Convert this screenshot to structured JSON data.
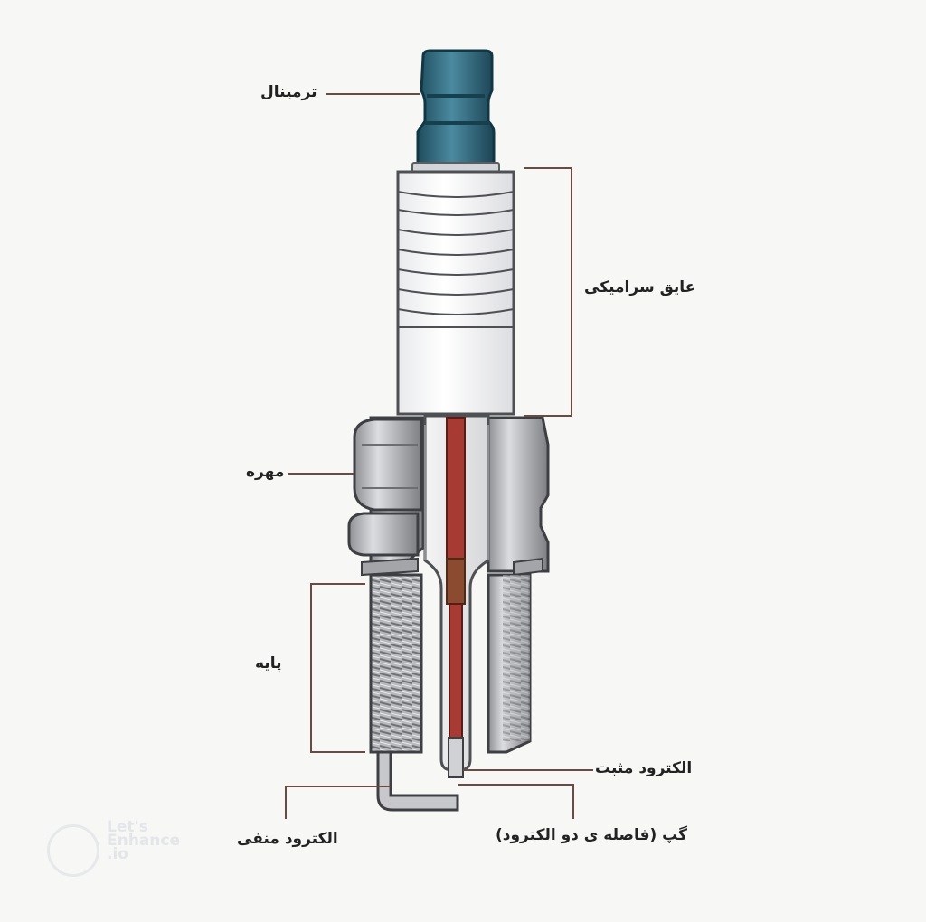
{
  "labels": {
    "terminal": "ترمینال",
    "ceramic_insulator": "عایق سرامیکی",
    "nut": "مهره",
    "base": "پایه",
    "positive_electrode": "الکترود مثبت",
    "negative_electrode": "الکترود منفی",
    "gap": "گپ (فاصله ی دو الکترود)"
  },
  "watermark": {
    "line1": "Let's",
    "line2": "Enhance",
    "line3": ".io"
  },
  "colors": {
    "background": "#f7f7f6",
    "terminal": "#2f6478",
    "ceramic": "#ffffff",
    "metal": "#b9babd",
    "center_electrode": "#a83a34",
    "leader_line": "#6b4a44"
  }
}
